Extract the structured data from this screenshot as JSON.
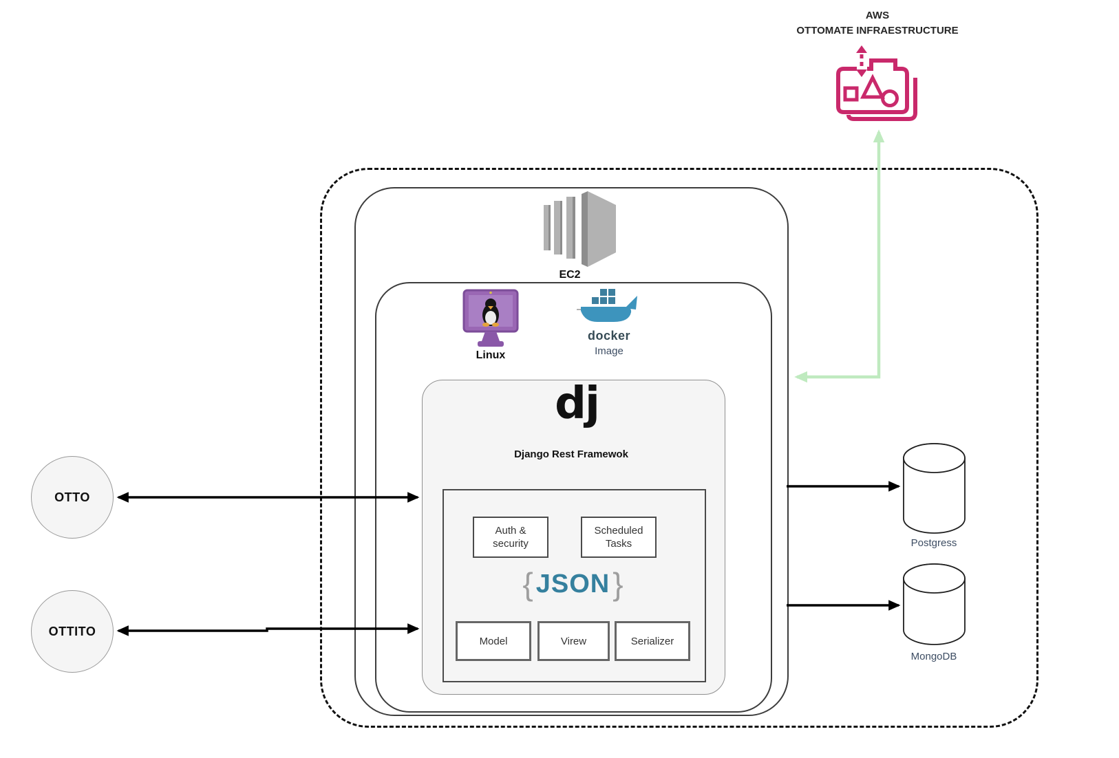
{
  "aws": {
    "title_line1": "AWS",
    "title_line2": "OTTOMATE INFRAESTRUCTURE"
  },
  "ec2": {
    "label": "EC2"
  },
  "os": {
    "linux_label": "Linux",
    "docker_wordmark": "docker",
    "docker_label": "Image"
  },
  "django": {
    "logo_text": "dj",
    "label": "Django Rest Framewok",
    "buttons_row1": [
      {
        "lines": [
          "Auth &",
          "security"
        ]
      },
      {
        "lines": [
          "Scheduled",
          "Tasks"
        ]
      }
    ],
    "json": {
      "open": "{",
      "word": "JSON",
      "close": "}"
    },
    "buttons_row2": [
      "Model",
      "Virew",
      "Serializer"
    ]
  },
  "clients": [
    "OTTO",
    "OTTITO"
  ],
  "databases": [
    "Postgress",
    "MongoDB"
  ],
  "icons": {
    "aws": "aws-automate-infrastructure-icon",
    "ec2": "ec2-stack-icon",
    "linux": "linux-tux-monitor-icon",
    "docker": "docker-whale-icon",
    "postgres": "database-cylinder-icon",
    "mongodb": "database-cylinder-icon"
  },
  "colors": {
    "aws_pink": "#c9296b",
    "arrow_green": "#bfeabf",
    "arrow_black": "#000000",
    "json_teal": "#35809e",
    "brace_gray": "#9e9e9e",
    "panel_fill": "#f5f5f5"
  }
}
